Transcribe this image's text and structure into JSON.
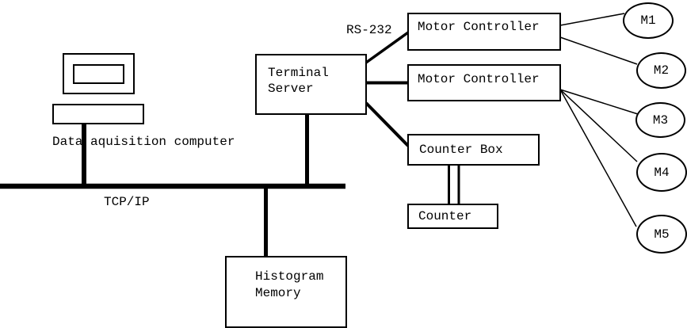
{
  "diagram": {
    "title_hint": "Data acquisition system diagram",
    "computer": {
      "label": "Data aquisition computer"
    },
    "bus": {
      "label": "TCP/IP"
    },
    "serial_link": {
      "label": "RS-232"
    },
    "nodes": {
      "terminal_server": {
        "label": "Terminal\nServer"
      },
      "motor_controller_1": {
        "label": "Motor Controller"
      },
      "motor_controller_2": {
        "label": "Motor Controller"
      },
      "counter_box": {
        "label": "Counter Box"
      },
      "counter": {
        "label": "Counter"
      },
      "histogram_memory": {
        "label": "Histogram\nMemory"
      }
    },
    "motors": [
      {
        "label": "M1"
      },
      {
        "label": "M2"
      },
      {
        "label": "M3"
      },
      {
        "label": "M4"
      },
      {
        "label": "M5"
      }
    ],
    "colors": {
      "ink": "#000000",
      "background": "#ffffff"
    }
  }
}
